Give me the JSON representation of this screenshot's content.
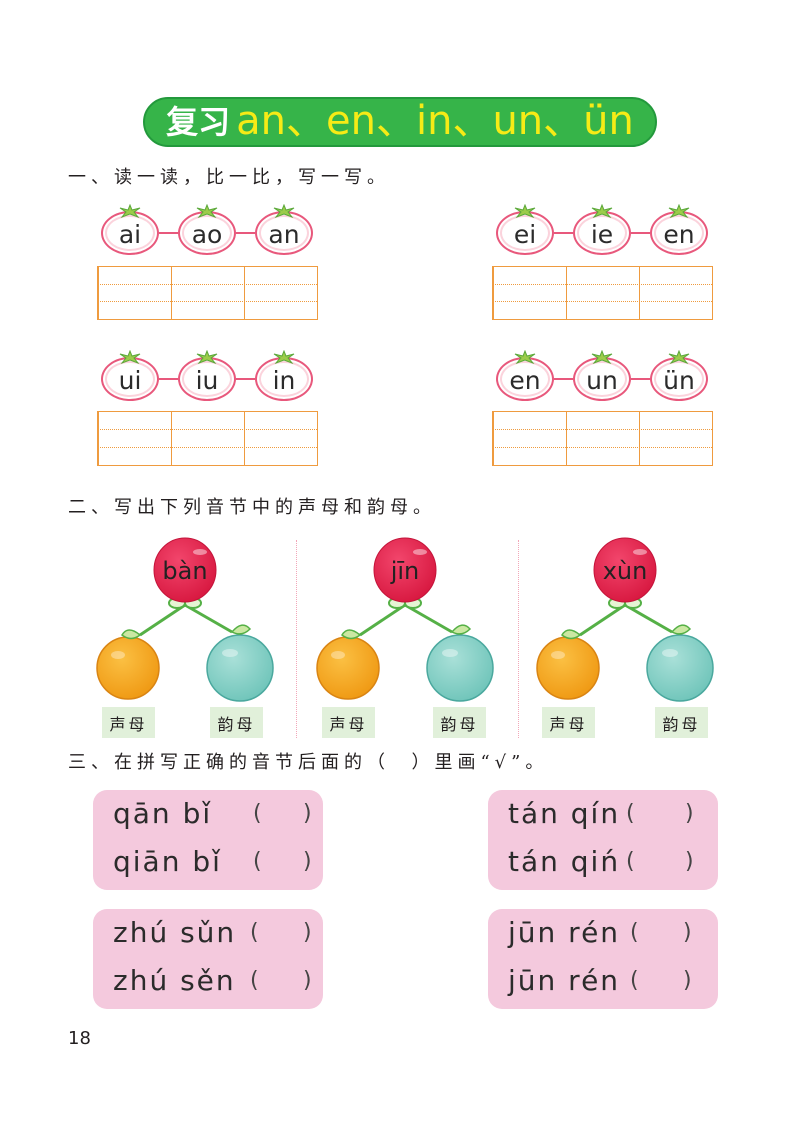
{
  "title": {
    "prefix": "复习",
    "main": "an、en、in、un、ün"
  },
  "section1": {
    "heading": "一、读一读，比一比，写一写。",
    "groups": [
      {
        "items": [
          "ai",
          "ao",
          "an"
        ]
      },
      {
        "items": [
          "ei",
          "ie",
          "en"
        ]
      },
      {
        "items": [
          "ui",
          "iu",
          "in"
        ]
      },
      {
        "items": [
          "en",
          "un",
          "ün"
        ]
      }
    ]
  },
  "section2": {
    "heading": "二、写出下列音节中的声母和韵母。",
    "trees": [
      {
        "syllable": "bàn",
        "initial_label": "声母",
        "final_label": "韵母"
      },
      {
        "syllable": "jīn",
        "initial_label": "声母",
        "final_label": "韵母"
      },
      {
        "syllable": "xùn",
        "initial_label": "声母",
        "final_label": "韵母"
      }
    ]
  },
  "section3": {
    "heading": "三、在拼写正确的音节后面的（  ）里画“√”。",
    "paren_open": "(",
    "paren_close": ")",
    "boxes": [
      {
        "options": [
          "qān bǐ",
          "qiān bǐ"
        ]
      },
      {
        "options": [
          "tán qín",
          "tán qiń"
        ]
      },
      {
        "options": [
          "zhú sǔn",
          "zhú sěn"
        ]
      },
      {
        "options": [
          "jūn rén",
          "jūn rén"
        ]
      }
    ]
  },
  "page_number": "18",
  "colors": {
    "banner_green": "#36b449",
    "banner_text_yellow": "#f6eb16",
    "tomato_outline": "#e8587c",
    "grid_orange": "#ef9b3f",
    "berry_red": "#d7173f",
    "initial_orange": "#ef9812",
    "final_teal": "#6ec4b9",
    "label_bg": "#e1f0da",
    "option_box_pink": "#f4c9dd",
    "separator_pink": "#f2a7b8"
  }
}
